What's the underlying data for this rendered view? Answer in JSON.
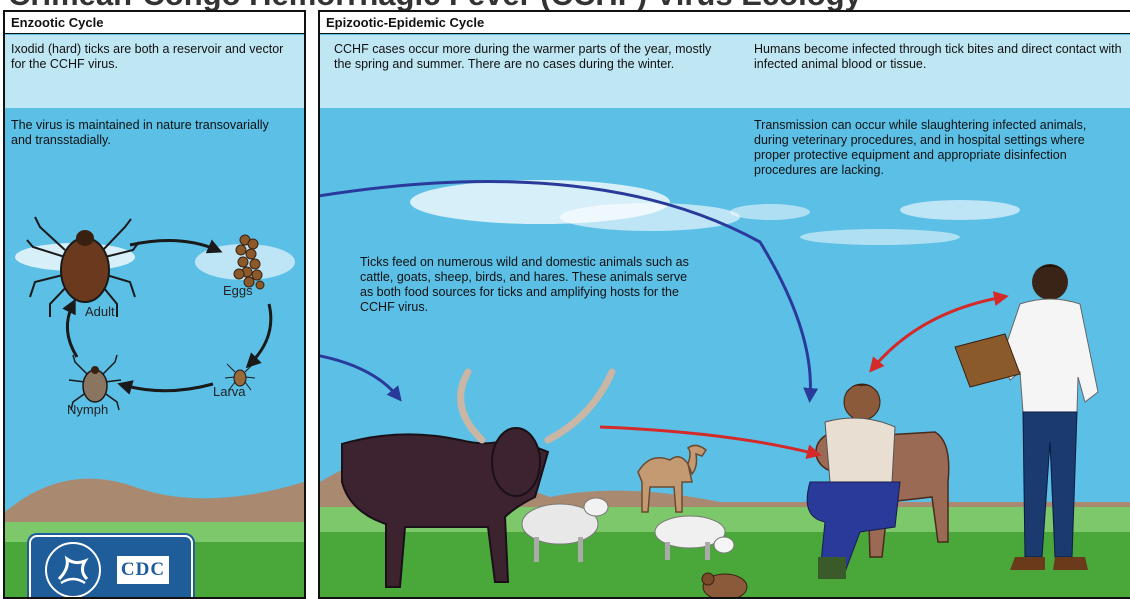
{
  "title": "Crimean-Congo Hemorrhagic Fever (CCHF) Virus Ecology",
  "enzootic": {
    "header": "Enzootic Cycle",
    "intro": "Ixodid (hard) ticks are both a reservoir and vector for the CCHF virus.",
    "maintenance": "The virus is maintained in nature transovarially and transstadially.",
    "stages": {
      "adult": "Adult",
      "eggs": "Eggs",
      "larva": "Larva",
      "nymph": "Nymph"
    }
  },
  "epizootic": {
    "header": "Epizootic-Epidemic Cycle",
    "seasons": "CCHF cases occur more during the warmer parts of the year, mostly the spring and summer. There are no cases during the winter.",
    "human_infection": "Humans become infected through tick bites and direct contact with infected animal blood or tissue.",
    "transmission": "Transmission can occur while slaughtering infected animals, during veterinary procedures, and in hospital settings where proper protective equipment and appropriate disinfection procedures are lacking.",
    "ticks_feed": "Ticks feed on numerous wild and domestic animals such as cattle, goats, sheep, birds, and hares. These animals serve as both food sources for ticks and amplifying hosts for the CCHF virus."
  },
  "logo": {
    "text": "CDC"
  },
  "colors": {
    "sky": "#5cbfe6",
    "intro_band": "#bfe6f3",
    "grass": "#4aa83a",
    "arrow_blue": "#2a3a9a",
    "arrow_red": "#d42a2a",
    "cdc_blue": "#1f5c9a"
  }
}
